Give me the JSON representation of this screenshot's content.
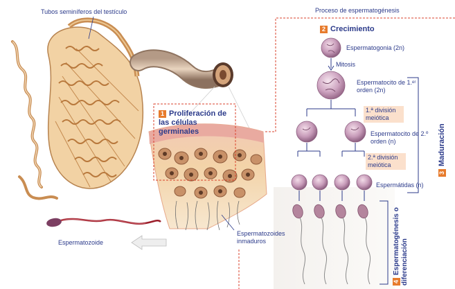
{
  "figure": {
    "tubes_label": "Tubos seminíferos del testículo",
    "process_title": "Proceso de espermatogénesis",
    "stage1": {
      "num": "1",
      "label": "Proliferación de las células germinales"
    },
    "stage2": {
      "num": "2",
      "label": "Crecimiento"
    },
    "stage3": {
      "num": "3",
      "label": "Maduración"
    },
    "stage4": {
      "num": "4",
      "label": "Espermatogénesis o diferenciación"
    },
    "cells": {
      "spermatogonia": "Espermatogonia (2n)",
      "mitosis": "Mitosis",
      "primary_spermatocyte": "Espermatocito de 1.ᵉʳ orden (2n)",
      "first_division": "1.ª división meiótica",
      "secondary_spermatocyte": "Espermatocito de 2.º orden (n)",
      "second_division": "2.ª división meiótica",
      "spermatids": "Espermátidas (n)"
    },
    "spermatozoon_label": "Espermatozoide",
    "immature_label": "Espermatozoides inmaduros"
  },
  "colors": {
    "accent_orange": "#e77b2c",
    "dashed_red": "#d9412b",
    "text_blue": "#2b3a8a",
    "highlight": "#fbe0cc",
    "tubule": "#d9a56a",
    "cell": "#b58aa6"
  }
}
